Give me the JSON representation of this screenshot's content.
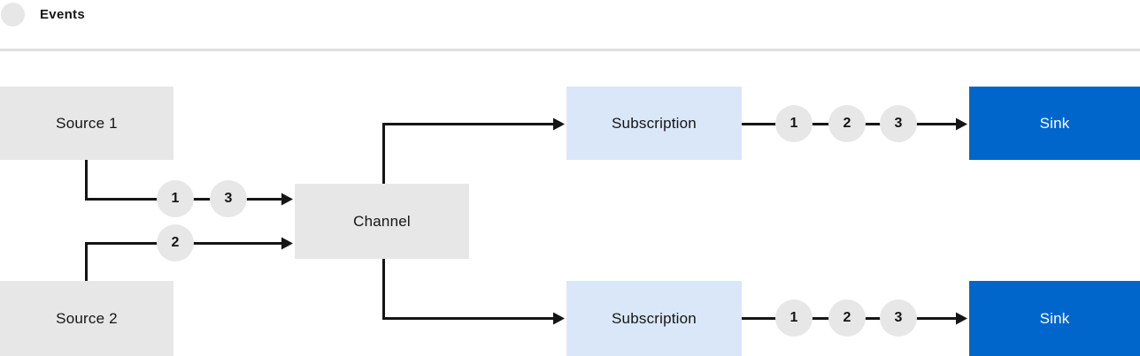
{
  "legend": {
    "label": "Events"
  },
  "colors": {
    "background": "#ffffff",
    "node_gray": "#e7e7e7",
    "subscription_blue": "#d9e7f8",
    "sink_blue": "#0066cc",
    "line": "#151515",
    "text_dark": "#151515",
    "text_light": "#ffffff",
    "divider": "#e0e0e0"
  },
  "nodes": {
    "source1": {
      "label": "Source 1"
    },
    "source2": {
      "label": "Source 2"
    },
    "channel": {
      "label": "Channel"
    },
    "subscription_top": {
      "label": "Subscription"
    },
    "subscription_bottom": {
      "label": "Subscription"
    },
    "sink_top": {
      "label": "Sink"
    },
    "sink_bottom": {
      "label": "Sink"
    }
  },
  "events": {
    "source1_to_channel": [
      "1",
      "3"
    ],
    "source2_to_channel": [
      "2"
    ],
    "subscription_top_to_sink": [
      "1",
      "2",
      "3"
    ],
    "subscription_bottom_to_sink": [
      "1",
      "2",
      "3"
    ]
  }
}
